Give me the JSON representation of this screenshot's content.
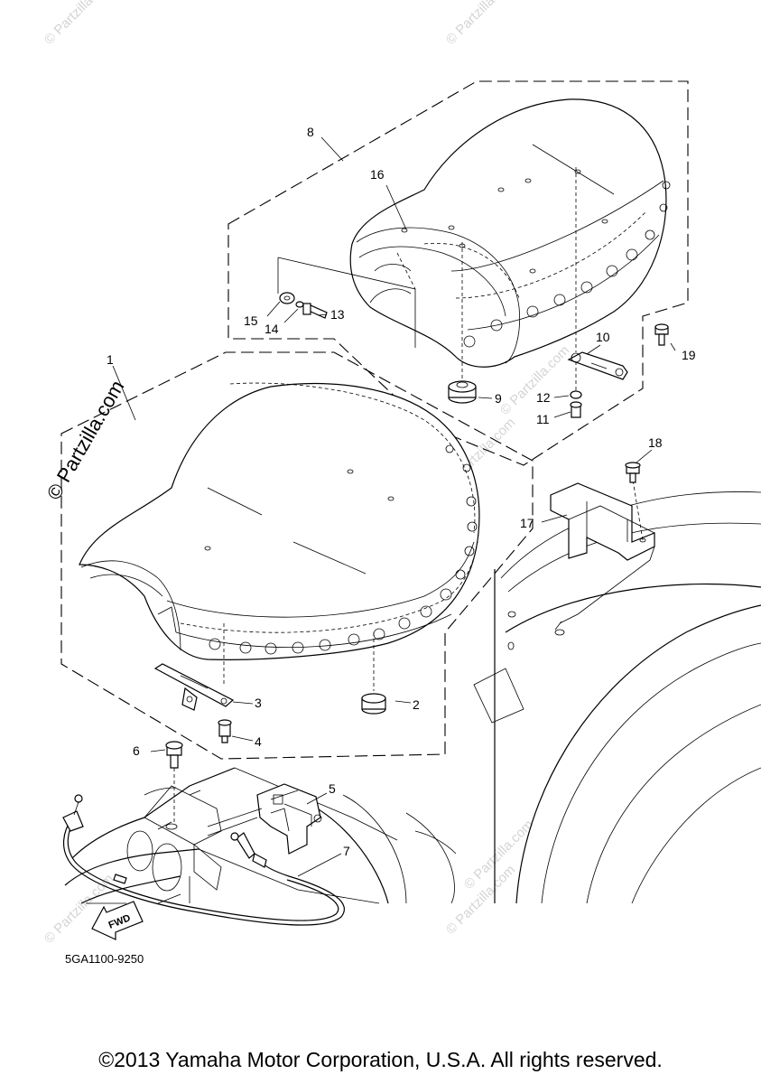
{
  "diagram_code": "5GA1100-9250",
  "copyright": "©2013 Yamaha Motor Corporation, U.S.A. All rights reserved.",
  "watermark": "© Partzilla.com",
  "fwd_label": "FWD",
  "callouts": {
    "c1": "1",
    "c2": "2",
    "c3": "3",
    "c4": "4",
    "c5": "5",
    "c6": "6",
    "c7": "7",
    "c8": "8",
    "c9": "9",
    "c10": "10",
    "c11": "11",
    "c12": "12",
    "c13": "13",
    "c14": "14",
    "c15": "15",
    "c16": "16",
    "c17": "17",
    "c18": "18",
    "c19": "19"
  }
}
